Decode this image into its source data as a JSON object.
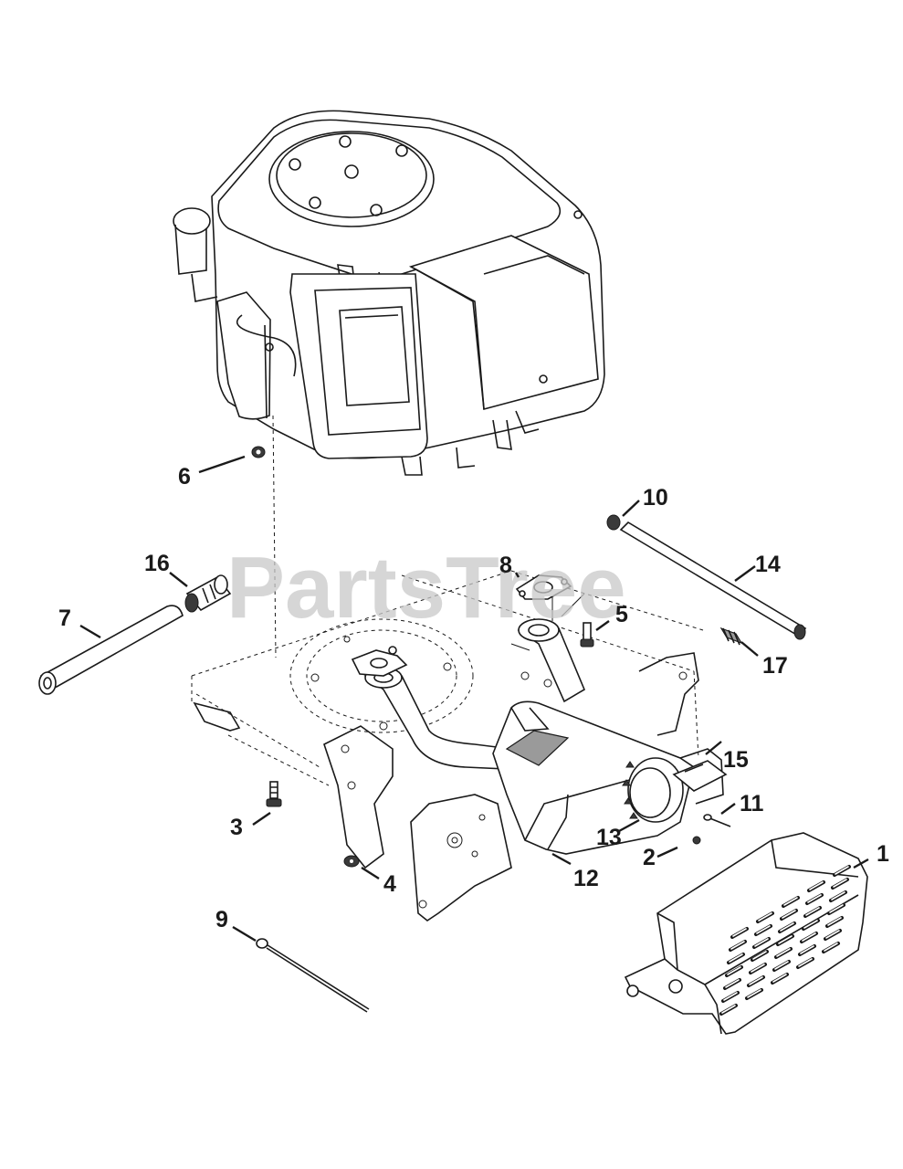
{
  "watermark": "PartsTree",
  "callouts": [
    {
      "id": "c1",
      "label": "1"
    },
    {
      "id": "c2",
      "label": "2"
    },
    {
      "id": "c3",
      "label": "3"
    },
    {
      "id": "c4",
      "label": "4"
    },
    {
      "id": "c5",
      "label": "5"
    },
    {
      "id": "c6",
      "label": "6"
    },
    {
      "id": "c7",
      "label": "7"
    },
    {
      "id": "c8",
      "label": "8"
    },
    {
      "id": "c9",
      "label": "9"
    },
    {
      "id": "c10",
      "label": "10"
    },
    {
      "id": "c11",
      "label": "11"
    },
    {
      "id": "c12",
      "label": "12"
    },
    {
      "id": "c13",
      "label": "13"
    },
    {
      "id": "c14",
      "label": "14"
    },
    {
      "id": "c15",
      "label": "15"
    },
    {
      "id": "c16",
      "label": "16"
    },
    {
      "id": "c17",
      "label": "17"
    }
  ]
}
